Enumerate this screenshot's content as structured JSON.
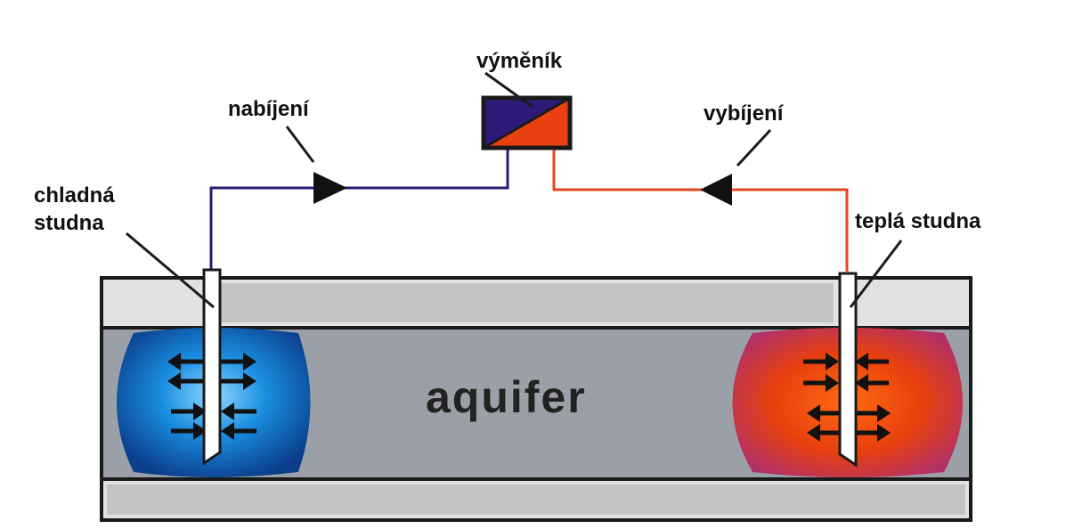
{
  "labels": {
    "exchanger": "výměník",
    "charging": "nabíjení",
    "discharging": "vybíjení",
    "cold_well_line1": "chladná",
    "cold_well_line2": "studna",
    "warm_well": "teplá studna",
    "aquifer": "aquifer"
  },
  "colors": {
    "cold_pipe": "#2a1a78",
    "warm_pipe": "#e24a1e",
    "exchanger_cold": "#2f1a7a",
    "exchanger_warm": "#e8400e",
    "layer_light": "#c8c8c8",
    "aquifer_gray": "#9ba0a8",
    "cold_zone": "#1a8ee0",
    "warm_zone": "#e8400e",
    "outline": "#1a1a1a"
  }
}
